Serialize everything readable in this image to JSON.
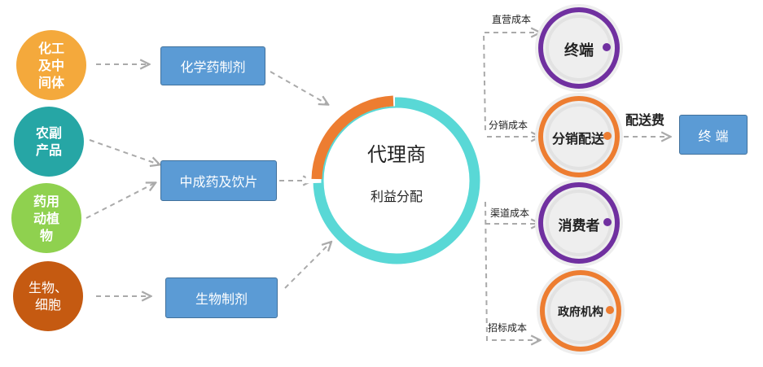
{
  "sources": [
    {
      "label": "化工\n及中\n间体",
      "color": "#f4a93c"
    },
    {
      "label": "农副\n产品",
      "color": "#26a6a5"
    },
    {
      "label": "药用\n动植\n物",
      "color": "#8fd14f"
    },
    {
      "label": "生物、\n细胞",
      "color": "#c55a11"
    }
  ],
  "products": [
    "化学药制剂",
    "中成药及饮片",
    "生物制剂"
  ],
  "center": {
    "title": "代理商",
    "subtitle": "利益分配",
    "ring_main_color": "#59d8d6",
    "ring_accent_color": "#ed7d31"
  },
  "channels": [
    {
      "cost_label": "直营成本",
      "node": "终端",
      "ring_color": "#7030a0"
    },
    {
      "cost_label": "分销成本",
      "node": "分销配送",
      "ring_color": "#ed7d31"
    },
    {
      "cost_label": "渠道成本",
      "node": "消费者",
      "ring_color": "#7030a0"
    },
    {
      "cost_label": "招标成本",
      "node": "政府机构",
      "ring_color": "#ed7d31"
    }
  ],
  "delivery": {
    "label": "配送费",
    "target": "终 端"
  }
}
